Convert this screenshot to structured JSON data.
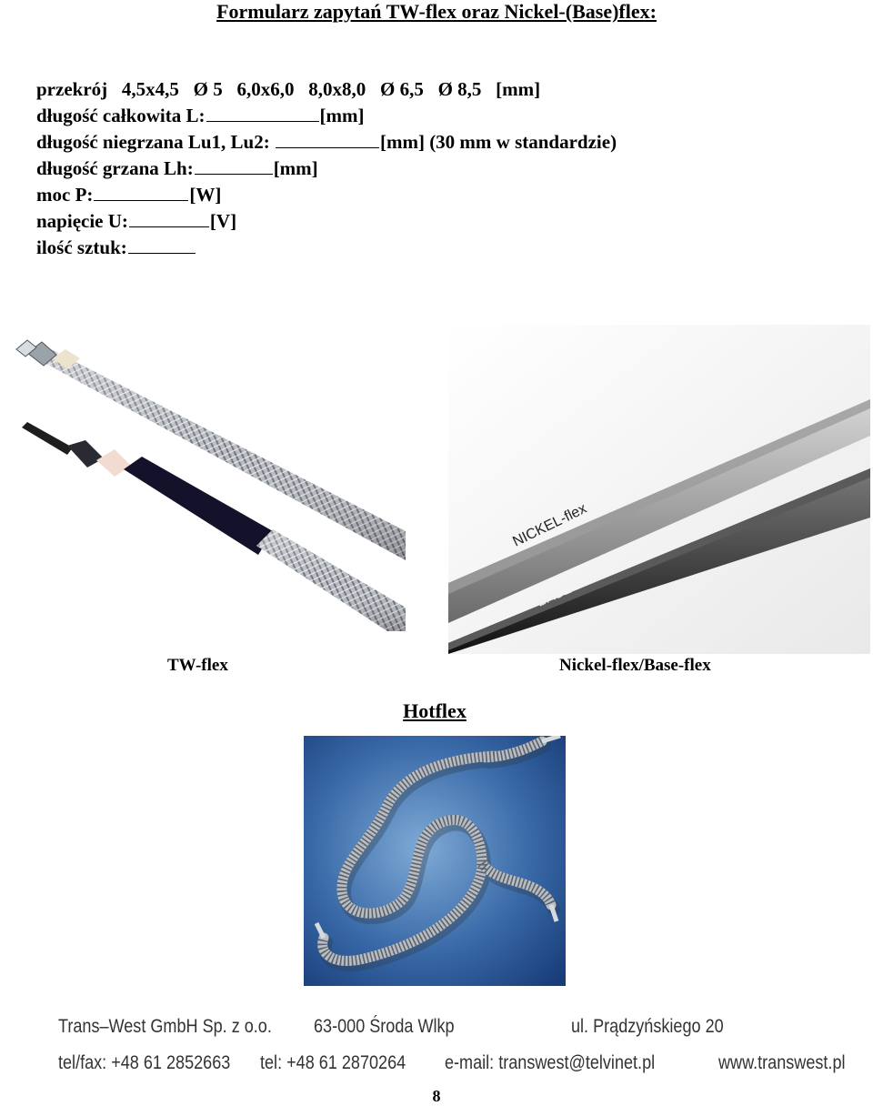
{
  "title": "Formularz zapytań TW-flex oraz Nickel-(Base)flex:",
  "form": {
    "cross_section_label": "przekrój",
    "cross_section_options": [
      "4,5x4,5",
      "Ø 5",
      "6,0x6,0",
      "8,0x8,0",
      "Ø 6,5",
      "Ø 8,5",
      "[mm]"
    ],
    "total_length_label": "długość całkowita L:",
    "total_length_unit": "[mm]",
    "unheated_length_label": "długość niegrzana Lu1, Lu2:",
    "unheated_length_unit": "[mm] (30 mm w standardzie)",
    "heated_length_label": "długość grzana Lh:",
    "heated_length_unit": "[mm]",
    "power_label": "moc  P:",
    "power_unit": "[W]",
    "voltage_label": "napięcie U:",
    "voltage_unit": "[V]",
    "quantity_label": "ilość sztuk:"
  },
  "images": {
    "twflex_caption": "TW-flex",
    "nickel_caption": "Nickel-flex/Base-flex",
    "nickel_label": "NICKEL-flex",
    "base_label": "BASE-flex",
    "hotflex_title": "Hotflex"
  },
  "footer": {
    "company": "Trans–West GmbH Sp. z o.o.",
    "city": "63-000 Środa Wlkp",
    "street": "ul. Prądzyńskiego 20",
    "telfax": "tel/fax: +48 61 2852663",
    "tel": "tel: +48 61 2870264",
    "email": "e-mail:  transwest@telvinet.pl",
    "website": "www.transwest.pl"
  },
  "page_number": "8"
}
